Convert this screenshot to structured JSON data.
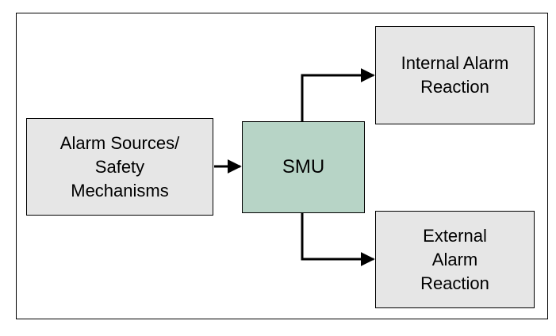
{
  "diagram": {
    "source_label": "Alarm Sources/\nSafety\nMechanisms",
    "smu_label": "SMU",
    "internal_label": "Internal Alarm\nReaction",
    "external_label": "External\nAlarm\nReaction"
  },
  "colors": {
    "node_fill": "#e6e6e6",
    "smu_fill": "#b7d4c6",
    "line": "#000000"
  }
}
